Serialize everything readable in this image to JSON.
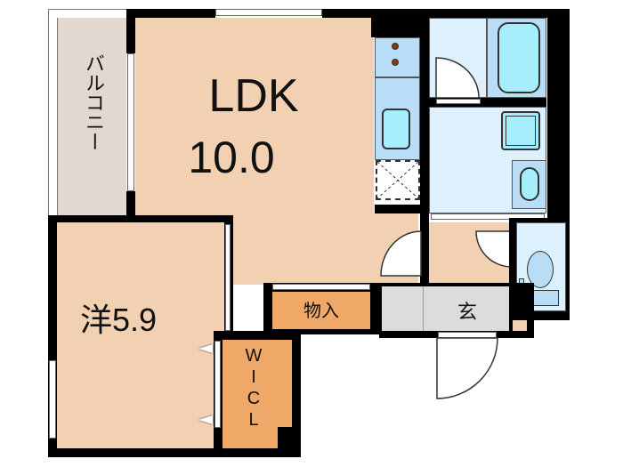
{
  "floorplan": {
    "rooms": {
      "ldk": {
        "name": "LDK",
        "size": "10.0"
      },
      "western": {
        "name": "洋",
        "size": "5.9",
        "label": "洋5.9"
      },
      "balcony": {
        "label": "バルコニー"
      },
      "storage": {
        "label": "物入"
      },
      "wic": {
        "label_chars": [
          "W",
          "I",
          "C",
          "L"
        ]
      },
      "entrance": {
        "label": "玄"
      }
    },
    "colors": {
      "room": "#f2d1b3",
      "storage": "#f0a869",
      "balcony": "#e2d8cf",
      "wet_area": "#dcf0fd",
      "fixture": "#a6eefb",
      "entrance": "#dcdcdc",
      "wall": "#000000",
      "stove_burner": "#8b3a0a"
    },
    "fixtures": [
      "stove-burners",
      "kitchen-sink",
      "fridge-space",
      "bathtub",
      "washbasin",
      "washing-machine-pan",
      "toilet"
    ]
  }
}
